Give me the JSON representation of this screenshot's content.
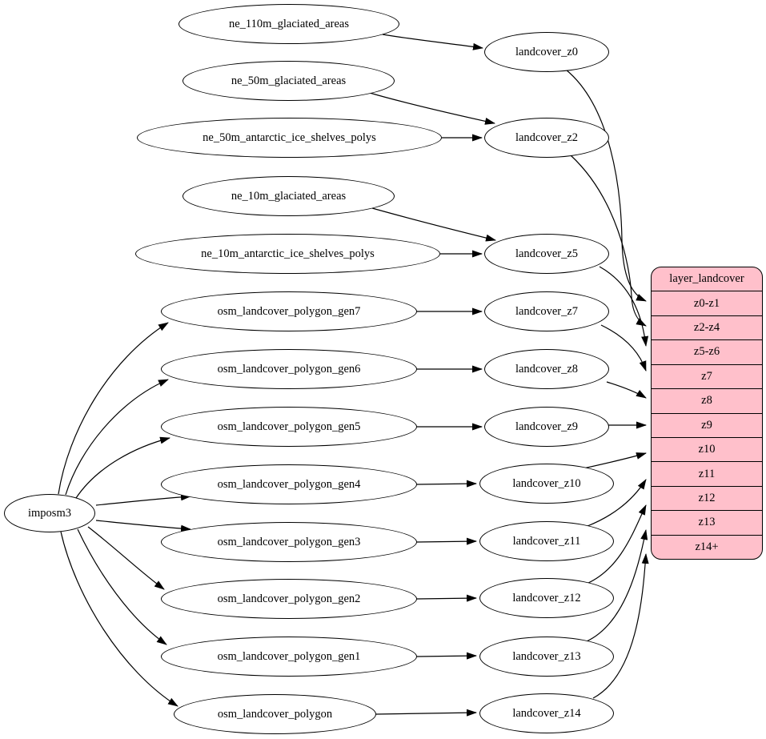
{
  "importer": {
    "label": "imposm3"
  },
  "source_tables": [
    "ne_110m_glaciated_areas",
    "ne_50m_glaciated_areas",
    "ne_50m_antarctic_ice_shelves_polys",
    "ne_10m_glaciated_areas",
    "ne_10m_antarctic_ice_shelves_polys",
    "osm_landcover_polygon_gen7",
    "osm_landcover_polygon_gen6",
    "osm_landcover_polygon_gen5",
    "osm_landcover_polygon_gen4",
    "osm_landcover_polygon_gen3",
    "osm_landcover_polygon_gen2",
    "osm_landcover_polygon_gen1",
    "osm_landcover_polygon"
  ],
  "generalized_tables": [
    "landcover_z0",
    "landcover_z2",
    "landcover_z5",
    "landcover_z7",
    "landcover_z8",
    "landcover_z9",
    "landcover_z10",
    "landcover_z11",
    "landcover_z12",
    "landcover_z13",
    "landcover_z14"
  ],
  "layer": {
    "title": "layer_landcover",
    "zoom_rows": [
      "z0-z1",
      "z2-z4",
      "z5-z6",
      "z7",
      "z8",
      "z9",
      "z10",
      "z11",
      "z12",
      "z13",
      "z14+"
    ]
  },
  "colors": {
    "layer_fill": "#ffc0cb",
    "node_fill": "#ffffff",
    "stroke": "#000000",
    "background": "#ffffff"
  }
}
